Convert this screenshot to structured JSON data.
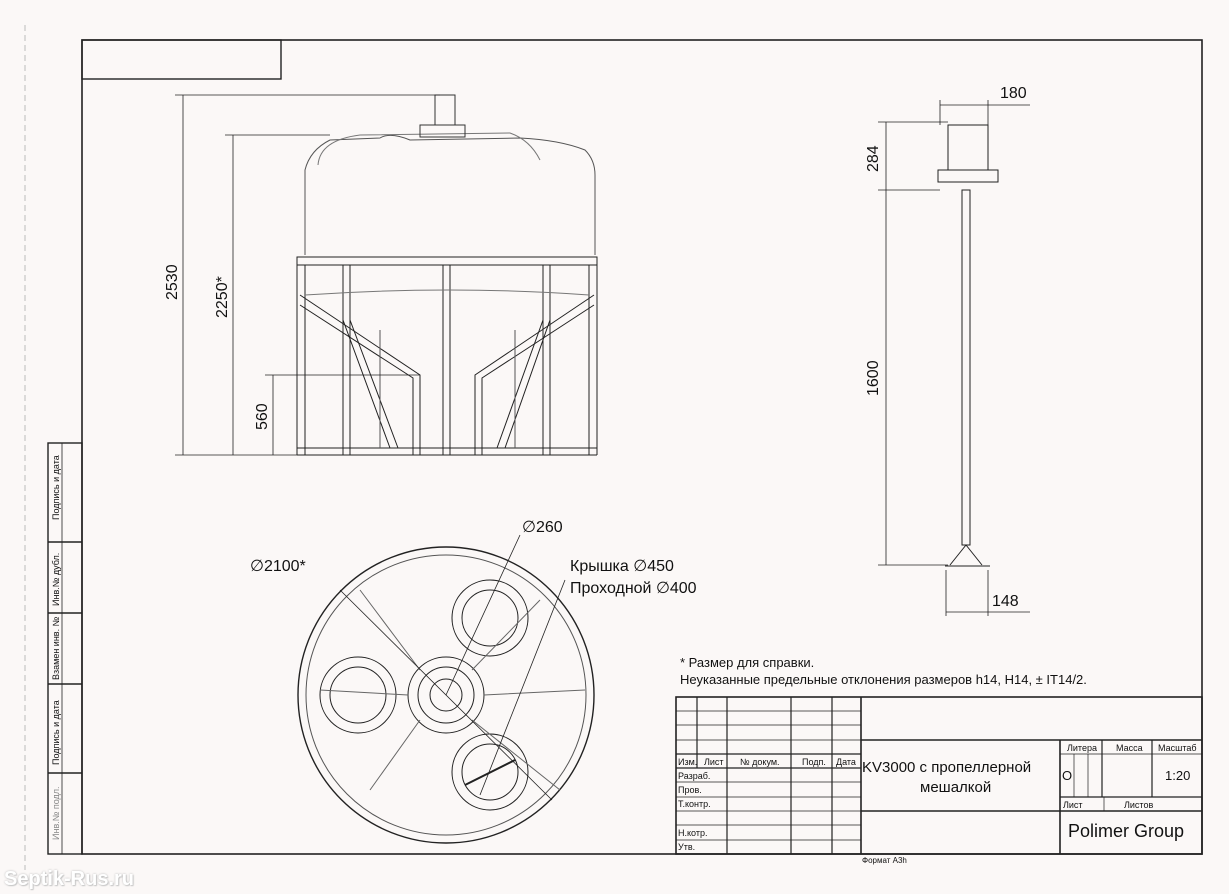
{
  "dimensions": {
    "total_height": "2530",
    "tank_height": "2250*",
    "cone_bottom": "560",
    "motor_width": "180",
    "motor_height": "284",
    "shaft_length": "1600",
    "propeller_diameter": "148",
    "hatch_small": "∅260",
    "tank_diameter": "∅2100*",
    "lid": "Крышка ∅450",
    "passage": "Проходной ∅400"
  },
  "notes": {
    "reference": "* Размер для справки.",
    "tolerances": "Неуказанные предельные отклонения размеров h14, H14, ± IT14/2."
  },
  "side_stamps": [
    "Подпись и дата",
    "Инв.№ дубл.",
    "Взамен инв. №",
    "Подпись и дата",
    "Инв.№ подл."
  ],
  "title_block": {
    "col_headers": [
      "Изм.",
      "Лист",
      "№ докум.",
      "Подп.",
      "Дата"
    ],
    "rows": [
      "Разраб.",
      "Пров.",
      "Т.контр.",
      "Н.котр.",
      "Утв."
    ],
    "title_line1": "KV3000 с пропеллерной",
    "title_line2": "мешалкой",
    "litera_label": "Литера",
    "litera_value": "О",
    "mass_label": "Масса",
    "scale_label": "Масштаб",
    "scale_value": "1:20",
    "sheet_label": "Лист",
    "sheets_label": "Листов",
    "company": "Polimer Group",
    "format": "Формат A3h"
  },
  "watermark": "Septik-Rus.ru"
}
